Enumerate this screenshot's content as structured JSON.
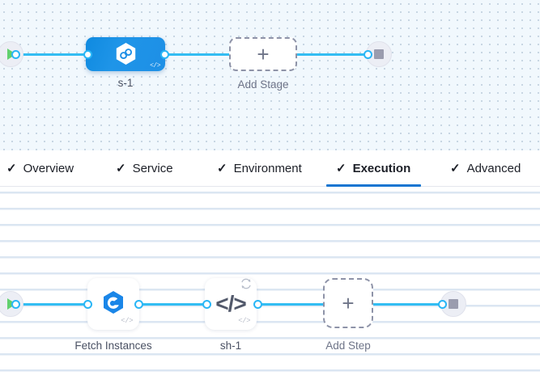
{
  "theme": {
    "edge_color": "#33bdf2",
    "port_ring_color": "#29b6f6",
    "stage_node_color": "#1f95e8",
    "active_tab_color": "#1275d1",
    "start_icon_color": "#62d16e",
    "stop_icon_color": "#9a9cae",
    "stage_canvas_bg": "#f1f8fd",
    "step_canvas_bg": "#ffffff"
  },
  "stage_canvas": {
    "name": "pipeline-stages-canvas",
    "start_node": {
      "icon": "play-icon"
    },
    "end_node": {
      "icon": "stop-icon"
    },
    "stage": {
      "label": "s-1",
      "icon": "hexagon-infinity-icon",
      "badge": "</>"
    },
    "add_stage": {
      "label": "Add Stage",
      "icon": "plus-icon"
    }
  },
  "tabbar": {
    "name": "stage-config-tabs",
    "tabs": [
      {
        "label": "Overview",
        "check": "✓",
        "active": false
      },
      {
        "label": "Service",
        "check": "✓",
        "active": false
      },
      {
        "label": "Environment",
        "check": "✓",
        "active": false
      },
      {
        "label": "Execution",
        "check": "✓",
        "active": true
      },
      {
        "label": "Advanced",
        "check": "✓",
        "active": false
      }
    ]
  },
  "step_canvas": {
    "name": "execution-steps-canvas",
    "start_node": {
      "icon": "play-icon"
    },
    "end_node": {
      "icon": "stop-icon"
    },
    "steps": [
      {
        "label": "Fetch Instances",
        "icon": "hexagon-cloud-icon",
        "badge": "</>",
        "retry": false
      },
      {
        "label": "sh-1",
        "icon": "code-icon",
        "glyph": "</>",
        "badge": "</>",
        "retry": true,
        "retry_icon": "retry-loop-icon"
      }
    ],
    "add_step": {
      "label": "Add Step",
      "icon": "plus-icon"
    }
  }
}
